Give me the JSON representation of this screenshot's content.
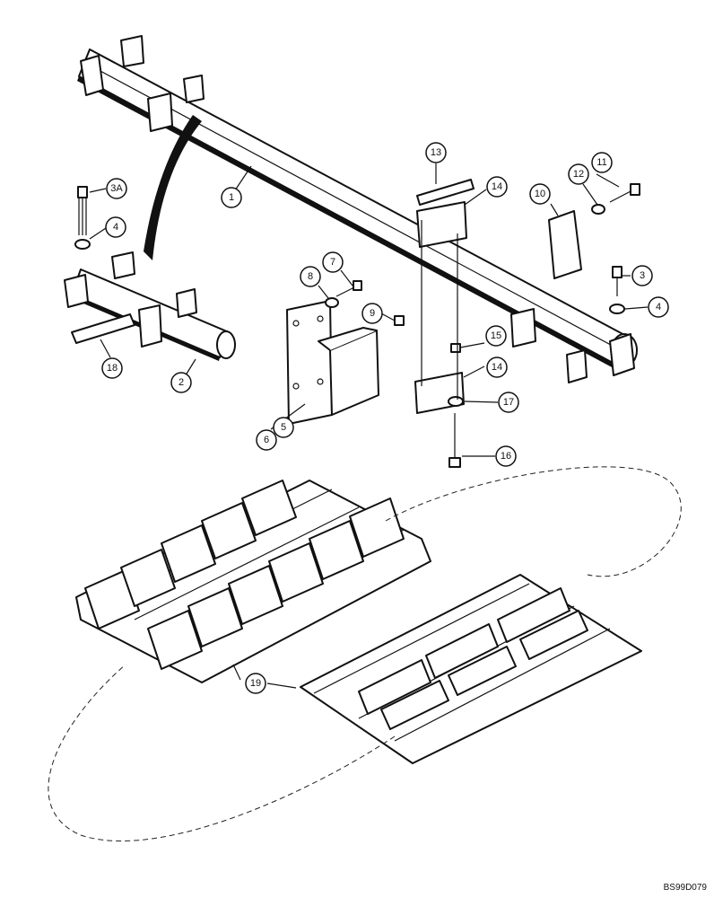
{
  "callouts": {
    "c1": "1",
    "c2": "2",
    "c3": "3",
    "c3a": "3A",
    "c4a": "4",
    "c4b": "4",
    "c5": "5",
    "c6": "6",
    "c7": "7",
    "c8": "8",
    "c9": "9",
    "c10": "10",
    "c11": "11",
    "c12": "12",
    "c13": "13",
    "c14a": "14",
    "c14b": "14",
    "c15": "15",
    "c16": "16",
    "c17": "17",
    "c18": "18",
    "c19": "19"
  },
  "drawing_code": "BS99D079"
}
